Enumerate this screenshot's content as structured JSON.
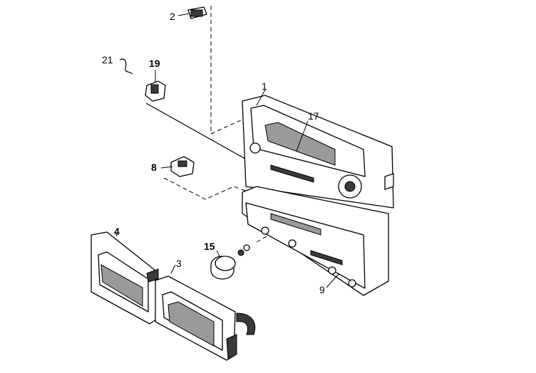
{
  "callouts": {
    "c1": "1",
    "c2": "2",
    "c3": "3",
    "c4": "4",
    "c8": "8",
    "c9": "9",
    "c15": "15",
    "c17": "17",
    "c19": "19",
    "c21": "21"
  }
}
